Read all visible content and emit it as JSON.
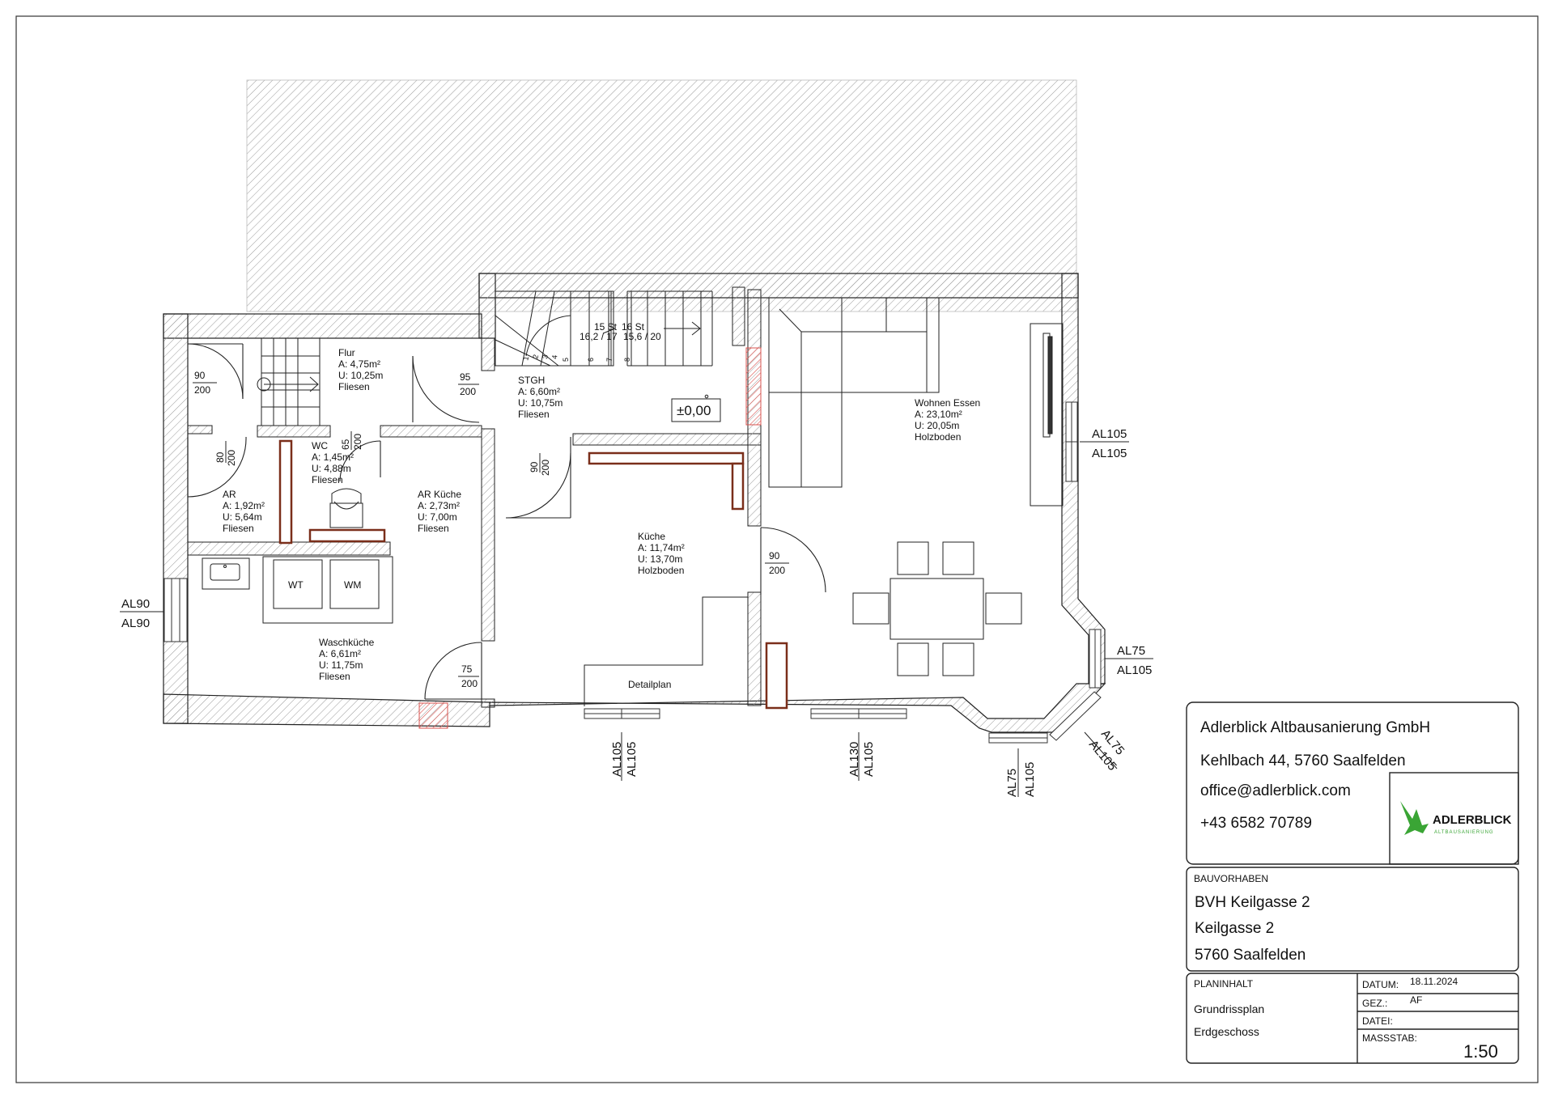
{
  "rooms": [
    {
      "id": "flur",
      "name": "Flur",
      "area": "A: 4,75m²",
      "perimeter": "U: 10,25m",
      "floor": "Fliesen"
    },
    {
      "id": "wc",
      "name": "WC",
      "area": "A: 1,45m²",
      "perimeter": "U: 4,88m",
      "floor": "Fliesen"
    },
    {
      "id": "ar",
      "name": "AR",
      "area": "A: 1,92m²",
      "perimeter": "U: 5,64m",
      "floor": "Fliesen"
    },
    {
      "id": "ar-kueche",
      "name": "AR Küche",
      "area": "A: 2,73m²",
      "perimeter": "U: 7,00m",
      "floor": "Fliesen"
    },
    {
      "id": "stgh",
      "name": "STGH",
      "area": "A: 6,60m²",
      "perimeter": "U: 10,75m",
      "floor": "Fliesen"
    },
    {
      "id": "kueche",
      "name": "Küche",
      "area": "A: 11,74m²",
      "perimeter": "U: 13,70m",
      "floor": "Holzboden"
    },
    {
      "id": "wohnen",
      "name": "Wohnen Essen",
      "area": "A: 23,10m²",
      "perimeter": "U: 20,05m",
      "floor": "Holzboden"
    },
    {
      "id": "waschkueche",
      "name": "Waschküche",
      "area": "A: 6,61m²",
      "perimeter": "U: 11,75m",
      "floor": "Fliesen"
    }
  ],
  "doors": [
    {
      "id": "door-entry",
      "width": "90",
      "height": "200"
    },
    {
      "id": "door-stgh",
      "width": "95",
      "height": "200"
    },
    {
      "id": "door-ar",
      "width": "80",
      "height": "200"
    },
    {
      "id": "door-wc",
      "width": "65",
      "height": "200"
    },
    {
      "id": "door-kueche-left",
      "width": "90",
      "height": "200"
    },
    {
      "id": "door-kueche-right",
      "width": "90",
      "height": "200"
    },
    {
      "id": "door-waschkueche",
      "width": "75",
      "height": "200"
    }
  ],
  "window_labels": {
    "west": [
      "AL90",
      "AL90"
    ],
    "east_upper": [
      "AL105",
      "AL105"
    ],
    "east_lower": [
      "AL75",
      "AL105"
    ],
    "south_1": [
      "AL105",
      "AL105"
    ],
    "south_2": [
      "AL130",
      "AL105"
    ],
    "south_3": [
      "AL75",
      "AL105"
    ],
    "diagonal": [
      "AL75",
      "AL105"
    ]
  },
  "stair": {
    "label_a": "15 St",
    "label_b": "16 St",
    "rise_a": "16,2 / 17",
    "rise_b": "15,6 / 20",
    "steps": [
      "1",
      "2",
      "3",
      "4",
      "5",
      "6",
      "7",
      "8"
    ]
  },
  "appliances": {
    "dryer": "WT",
    "washer": "WM"
  },
  "level": "±0,00",
  "detail_label": "Detailplan",
  "title_block": {
    "company": "Adlerblick Altbausanierung GmbH",
    "address": "Kehlbach 44, 5760 Saalfelden",
    "email": "office@adlerblick.com",
    "phone": "+43 6582 70789",
    "logo_word": "ADLERBLICK",
    "logo_sub": "ALTBAUSANIERUNG",
    "project_heading": "BAUVORHABEN",
    "project_line1": "BVH Keilgasse 2",
    "project_line2": "Keilgasse 2",
    "project_line3": "5760 Saalfelden",
    "content_heading": "PLANINHALT",
    "content_line1": "Grundrissplan",
    "content_line2": "Erdgeschoss",
    "date_label": "DATUM:",
    "date_value": "18.11.2024",
    "drawn_label": "GEZ.:",
    "drawn_value": "AF",
    "file_label": "DATEI:",
    "file_value": "",
    "scale_label": "MASSSTAB:",
    "scale_value": "1:50"
  },
  "colors": {
    "logo_green": "#3aa535",
    "hatch_red": "#d9534f",
    "furniture_brown": "#7a2e1a"
  }
}
